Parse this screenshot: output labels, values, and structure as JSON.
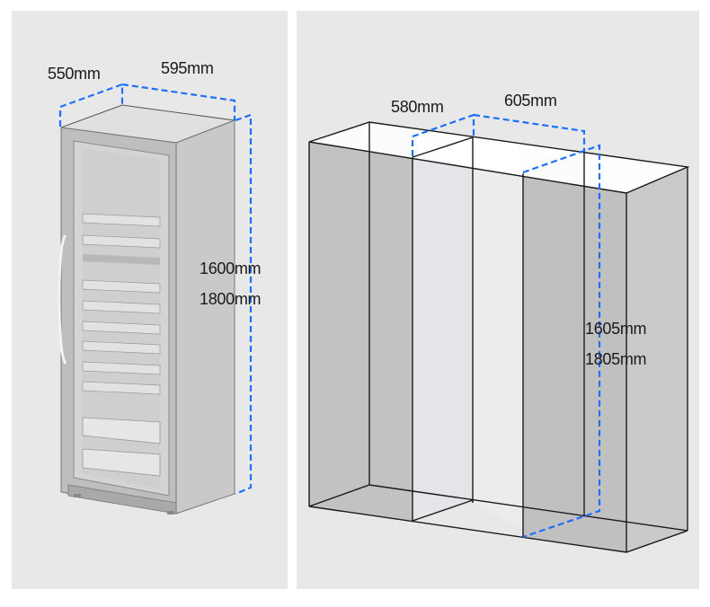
{
  "left": {
    "title": "Wine cooler dimensions",
    "depth_label": "550mm",
    "width_label": "595mm",
    "height_label_1": "1600mm",
    "height_label_2": "1800mm"
  },
  "right": {
    "title": "Cabinet niche dimensions",
    "depth_label": "580mm",
    "width_label": "605mm",
    "height_label_1": "1605mm",
    "height_label_2": "1805mm"
  },
  "colors": {
    "panel_bg": "#e8e8e8",
    "dimension_line": "#1e6fff",
    "edge": "#1a1a1a",
    "cabinet_side": "#bdbcbc"
  }
}
